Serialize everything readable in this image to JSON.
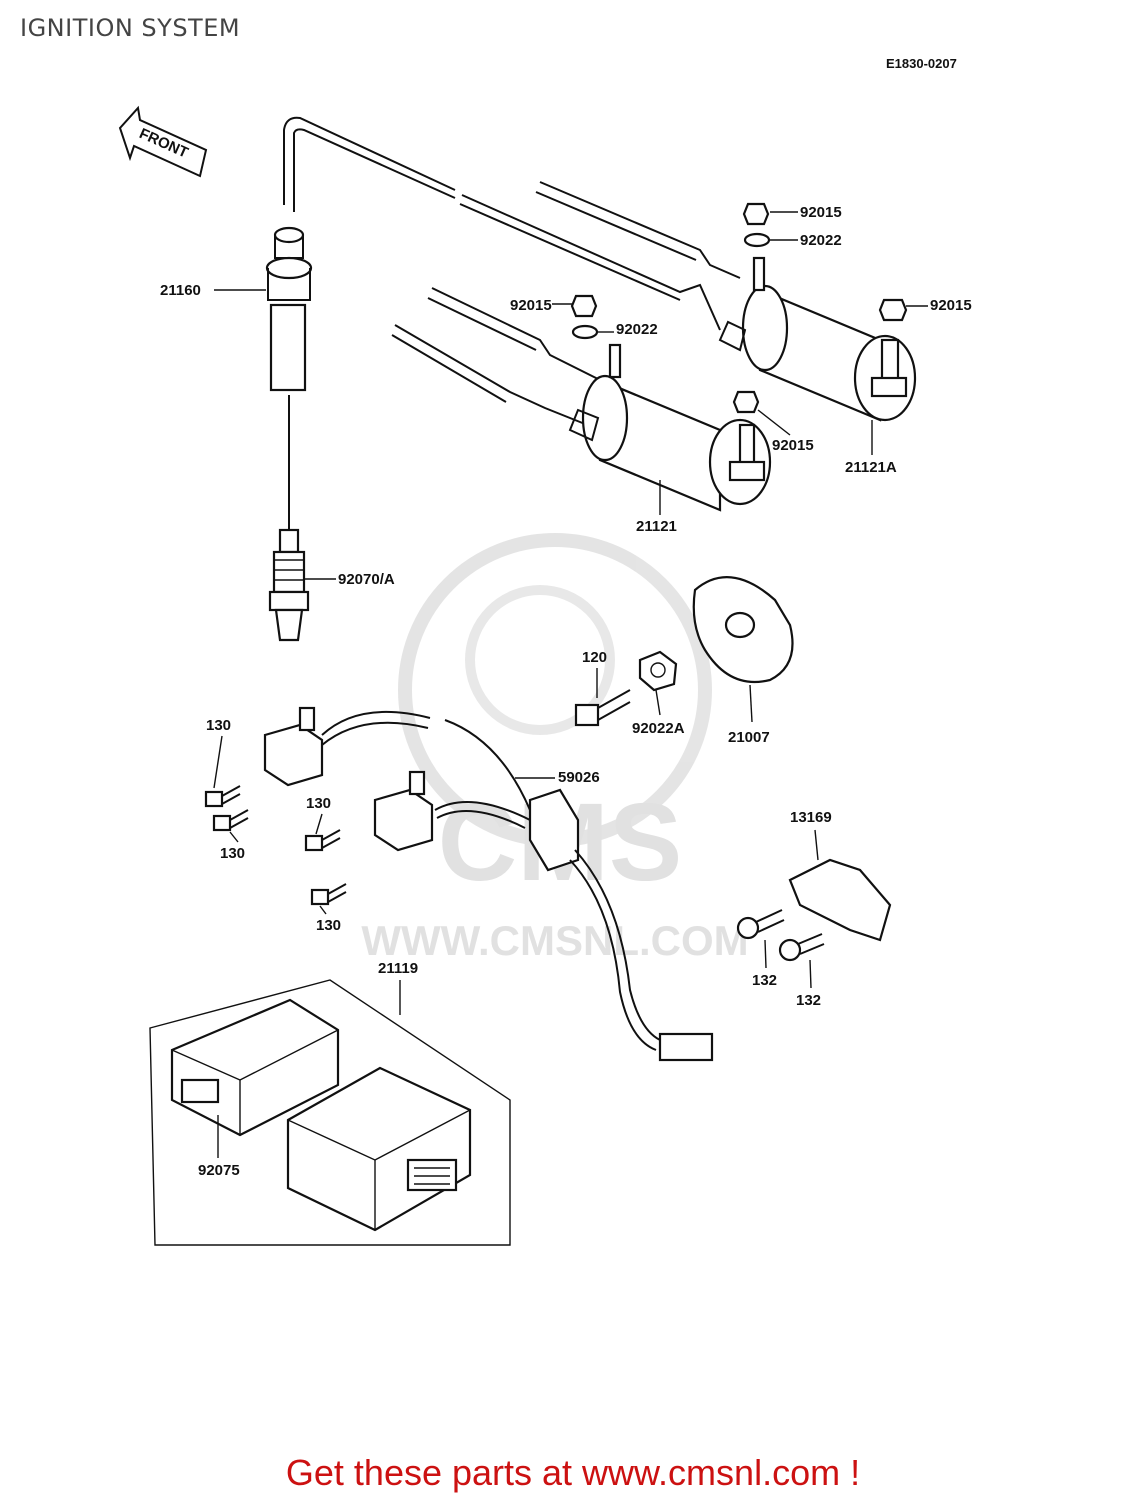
{
  "header": {
    "title": "IGNITION SYSTEM",
    "diagram_code": "E1830-0207"
  },
  "front_arrow": {
    "label": "FRONT"
  },
  "watermark": {
    "logo_text": "CMS",
    "url_text": "WWW.CMSNL.COM"
  },
  "parts": {
    "p21160": "21160",
    "p92070A": "92070/A",
    "p92015_a": "92015",
    "p92022_a": "92022",
    "p92015_b": "92015",
    "p92015_c": "92015",
    "p92022_b": "92022",
    "p92015_d": "92015",
    "p21121A": "21121A",
    "p21121": "21121",
    "p120": "120",
    "p92022A": "92022A",
    "p21007": "21007",
    "p59026": "59026",
    "p130_a": "130",
    "p130_b": "130",
    "p130_c": "130",
    "p130_d": "130",
    "p13169": "13169",
    "p132_a": "132",
    "p132_b": "132",
    "p21119": "21119",
    "p92075": "92075"
  },
  "footer": {
    "text": "Get these parts at www.cmsnl.com !"
  }
}
